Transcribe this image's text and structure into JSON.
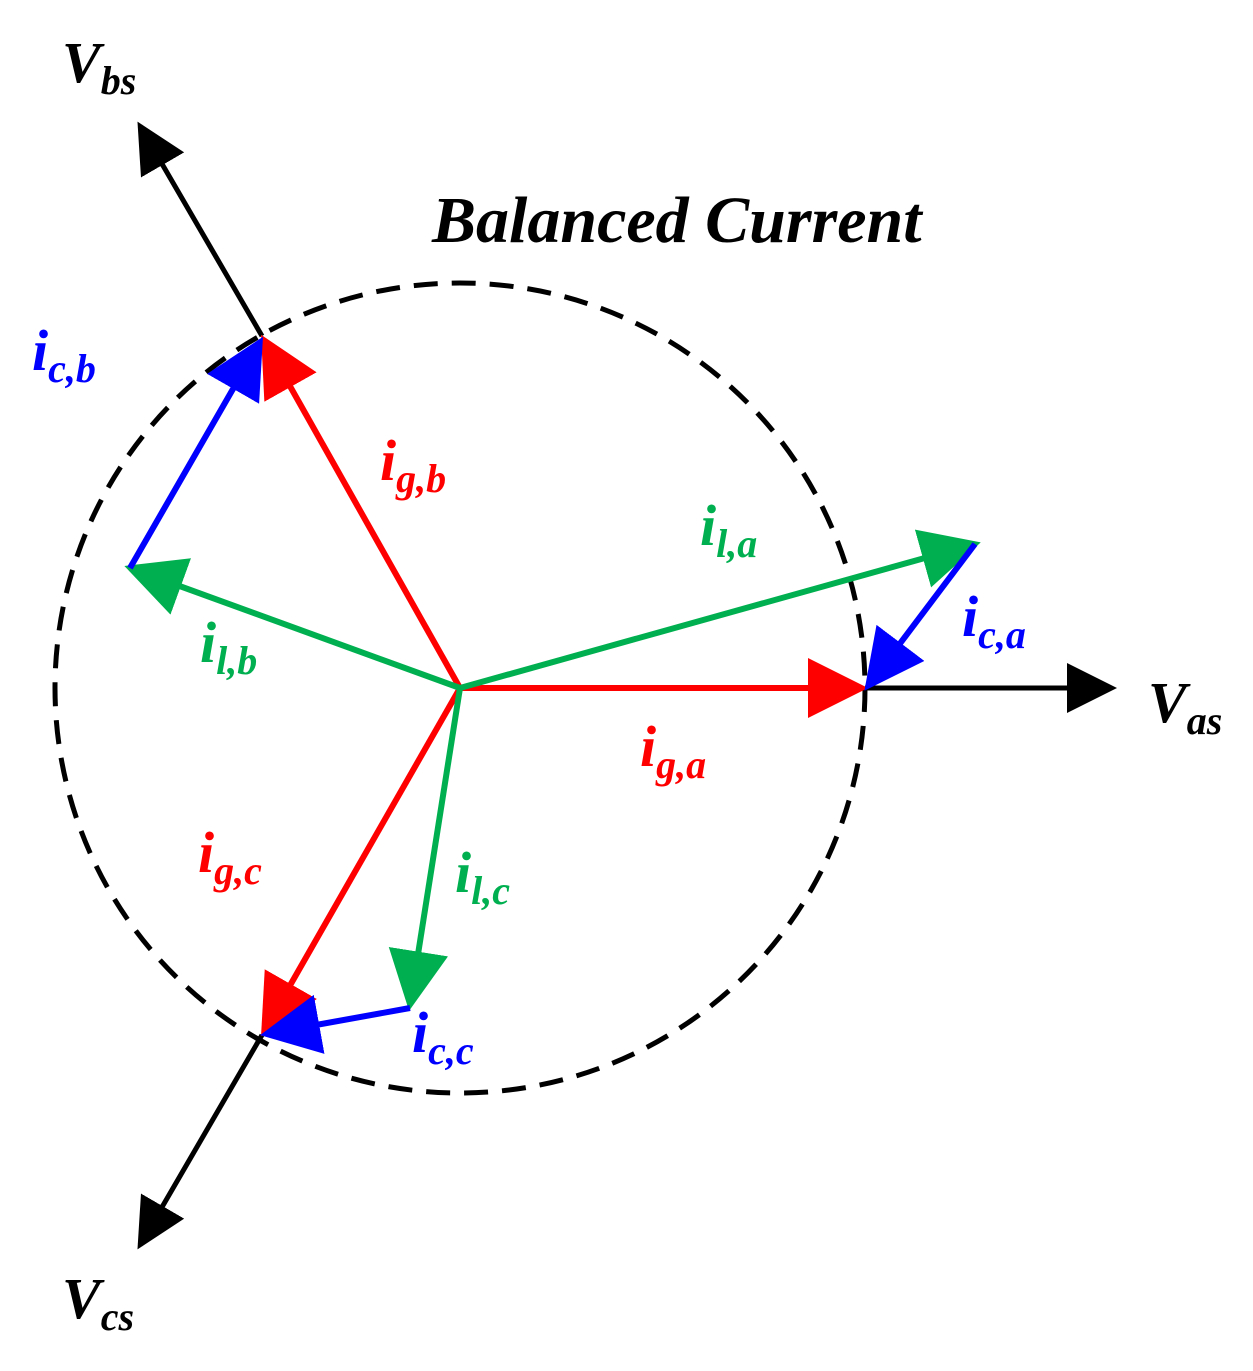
{
  "title": "Balanced Current",
  "colors": {
    "voltage": "#000000",
    "grid_current": "#ff0000",
    "load_current": "#00b050",
    "compensation_current": "#0000ff",
    "circle": "#000000"
  },
  "labels": {
    "v_as": {
      "main": "V",
      "sub": "as"
    },
    "v_bs": {
      "main": "V",
      "sub": "bs"
    },
    "v_cs": {
      "main": "V",
      "sub": "cs"
    },
    "i_ga": {
      "main": "i",
      "sub": "g,a"
    },
    "i_gb": {
      "main": "i",
      "sub": "g,b"
    },
    "i_gc": {
      "main": "i",
      "sub": "g,c"
    },
    "i_la": {
      "main": "i",
      "sub": "l,a"
    },
    "i_lb": {
      "main": "i",
      "sub": "l,b"
    },
    "i_lc": {
      "main": "i",
      "sub": "l,c"
    },
    "i_ca": {
      "main": "i",
      "sub": "c,a"
    },
    "i_cb": {
      "main": "i",
      "sub": "c,b"
    },
    "i_cc": {
      "main": "i",
      "sub": "c,c"
    }
  }
}
